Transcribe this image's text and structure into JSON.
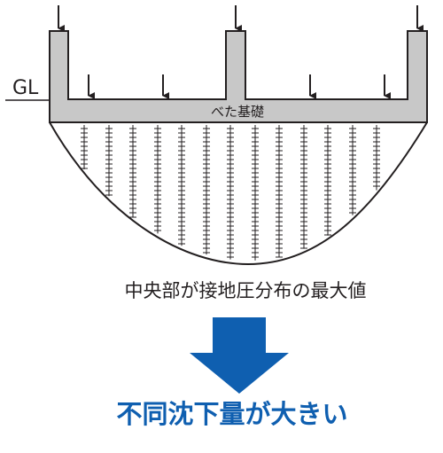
{
  "diagram": {
    "ground_label": "GL",
    "foundation_label": "べた基礎",
    "pressure_caption": "中央部が接地圧分布の最大値",
    "conclusion": "不同沈下量が大きい",
    "colors": {
      "foundation_fill": "#c8c8c8",
      "outline": "#231f20",
      "arrow_blue": "#0f5fb0",
      "conclusion_blue": "#0f5fb0"
    },
    "icons": [
      "down-arrow-icon",
      "large-down-arrow-icon"
    ]
  }
}
